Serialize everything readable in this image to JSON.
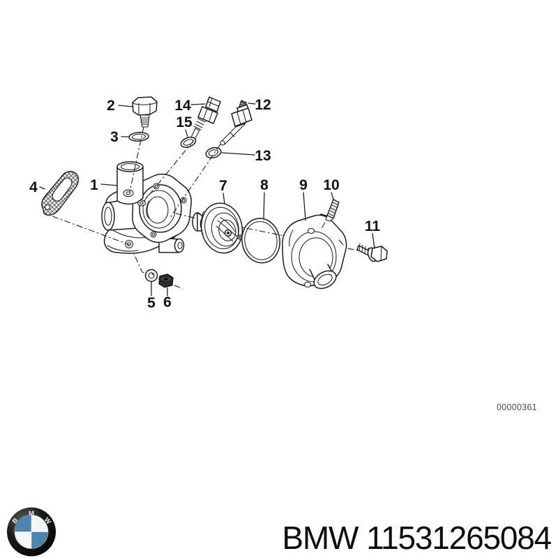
{
  "diagram": {
    "drawing_number": "00000361",
    "callouts": [
      "1",
      "2",
      "3",
      "4",
      "5",
      "6",
      "7",
      "8",
      "9",
      "10",
      "11",
      "12",
      "13",
      "14",
      "15"
    ],
    "line_color": "#1c1c1c",
    "background": "#ffffff"
  },
  "footer": {
    "brand": "BMW",
    "part_number": "11531265084",
    "logo_letters": [
      "B",
      "M",
      "W"
    ],
    "logo_colors": {
      "ring": "#0a0a0a",
      "quadrant_blue": "#4c84ad",
      "quadrant_white": "#f4f7f9"
    }
  }
}
